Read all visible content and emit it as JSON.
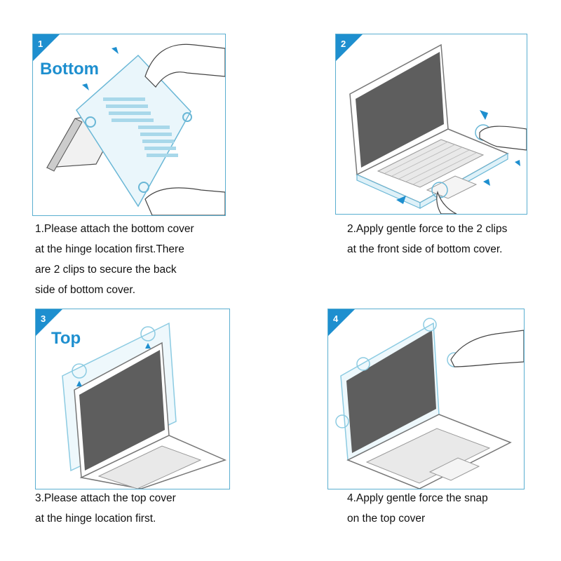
{
  "steps": [
    {
      "number": "1",
      "heading": "Bottom",
      "caption_lines": [
        "1.Please attach the bottom cover",
        "at the hinge location first.There",
        "are 2 clips to secure the back",
        "side of bottom cover."
      ]
    },
    {
      "number": "2",
      "heading": "",
      "caption_lines": [
        "2.Apply gentle force to the 2 clips",
        "at the front side of bottom cover."
      ]
    },
    {
      "number": "3",
      "heading": "Top",
      "caption_lines": [
        "3.Please attach the top cover",
        "at the hinge location first."
      ]
    },
    {
      "number": "4",
      "heading": "",
      "caption_lines": [
        "4.Apply gentle force the snap",
        "on the top cover"
      ]
    }
  ],
  "colors": {
    "accent": "#1e8fcf",
    "panel_border": "#5aaed0",
    "cover_tint": "#a8d8ea",
    "screen": "#5e5e5e"
  }
}
